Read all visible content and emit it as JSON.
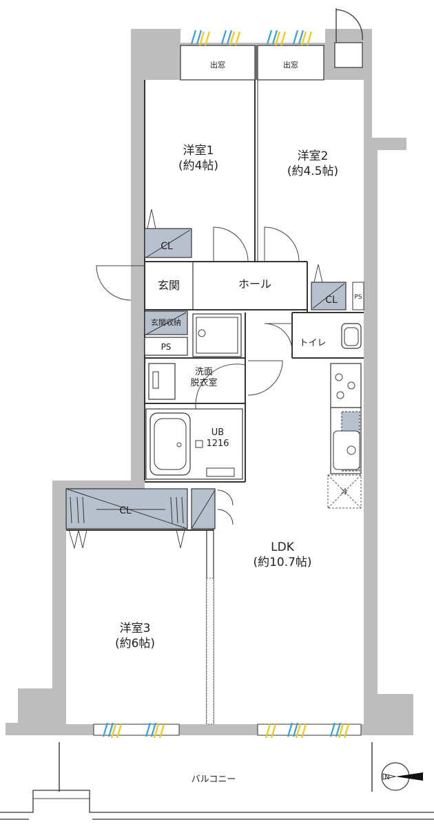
{
  "plan": {
    "bay_window_left": "出窓",
    "bay_window_right": "出窓",
    "room1": {
      "name": "洋室1",
      "size": "(約4帖)"
    },
    "room2": {
      "name": "洋室2",
      "size": "(約4.5帖)"
    },
    "room3": {
      "name": "洋室3",
      "size": "(約6帖)"
    },
    "closet1": "CL",
    "closet2": "CL",
    "closet3": "CL",
    "entrance": "玄関",
    "entrance_storage": "玄関収納",
    "ps1": "PS",
    "ps2": "PS",
    "hall": "ホール",
    "toilet": "トイレ",
    "washroom_line1": "洗面",
    "washroom_line2": "脱衣室",
    "unit_bath_line1": "UB",
    "unit_bath_line2": "1216",
    "fridge": "冷",
    "ldk": {
      "name": "LDK",
      "size": "(約10.7帖)"
    },
    "balcony": "バルコニー",
    "compass": "N"
  }
}
